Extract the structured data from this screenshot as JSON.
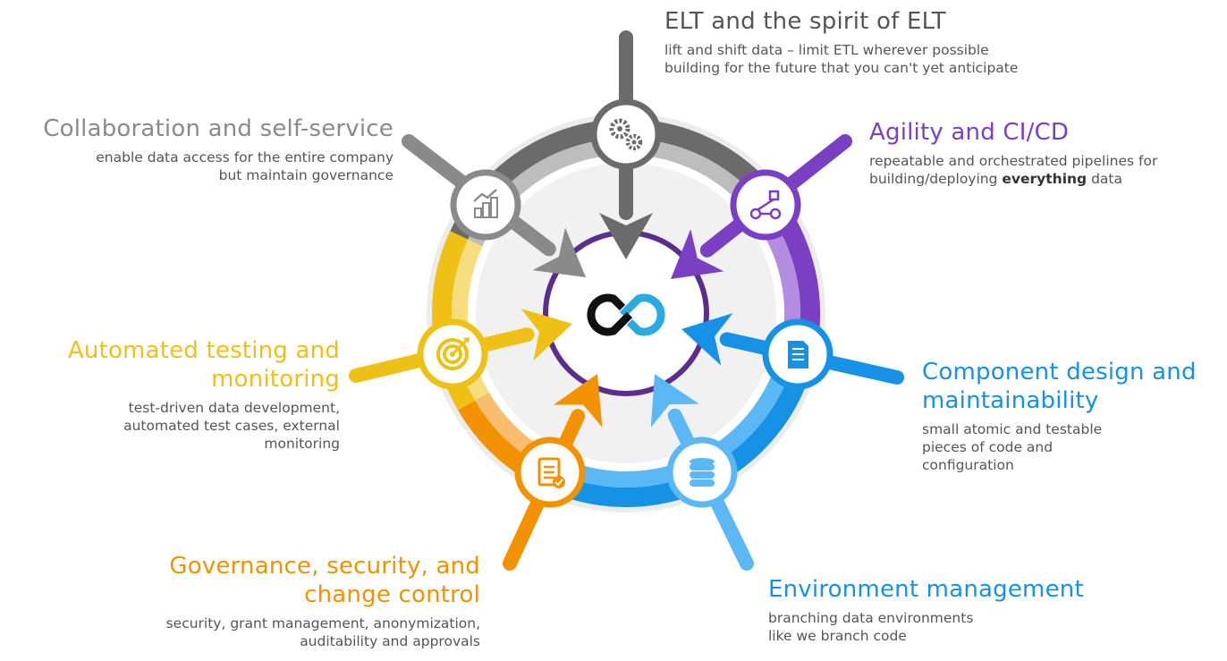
{
  "colors": {
    "gray_dark": "#6b6b6b",
    "gray_mid": "#8a8a8a",
    "gray_light": "#bdbdbd",
    "purple": "#7b3fc4",
    "purple_light": "#b48de0",
    "blue": "#1592e6",
    "blue_light": "#5cb8f5",
    "orange": "#f39200",
    "orange_light": "#f8bd6e",
    "yellow": "#efc015",
    "yellow_light": "#f7dd7e",
    "center_fill": "#f1f1f1",
    "inner_ring": "#5b2d8c",
    "logo_dark": "#111111",
    "logo_blue": "#29abe2"
  },
  "sections": {
    "elt": {
      "title": "ELT and the spirit of ELT",
      "line1": "lift and shift data – limit ETL wherever possible",
      "line2": "building for the future that you can't yet anticipate",
      "icon": "gears-icon"
    },
    "agility": {
      "title": "Agility and CI/CD",
      "line1": "repeatable and orchestrated pipelines for",
      "line2_pre": "building/deploying ",
      "line2_bold": "everything",
      "line2_post": " data",
      "icon": "pipeline-icon"
    },
    "component": {
      "title_line1": "Component design and",
      "title_line2": "maintainability",
      "line1": "small atomic and testable",
      "line2": "pieces of code and",
      "line3": "configuration",
      "icon": "document-icon"
    },
    "environment": {
      "title": "Environment management",
      "line1": "branching data environments",
      "line2": "like we branch code",
      "icon": "database-icon"
    },
    "governance": {
      "title_line1": "Governance, security, and",
      "title_line2": "change control",
      "line1": "security, grant management, anonymization,",
      "line2": "auditability and approvals",
      "icon": "checklist-icon"
    },
    "testing": {
      "title_line1": "Automated testing and",
      "title_line2": "monitoring",
      "line1": "test-driven data development,",
      "line2": "automated test cases, external",
      "line3": "monitoring",
      "icon": "target-icon"
    },
    "collaboration": {
      "title": "Collaboration and self-service",
      "line1": "enable data access for the entire company",
      "line2": "but maintain governance",
      "icon": "growth-chart-icon"
    }
  },
  "center": {
    "icon": "infinity-logo-icon"
  }
}
